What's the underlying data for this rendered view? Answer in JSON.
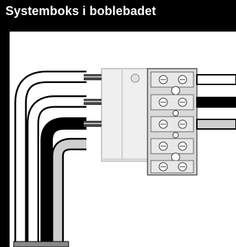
{
  "title": "Systemboks i boblebadet",
  "colors": {
    "background": "#ffffff",
    "title_bar": "#000000",
    "title_text": "#ffffff",
    "cable_black": "#000000",
    "cable_grey": "#cfcfcf",
    "terminal_block": "#d9d9d9",
    "panel": "#efefef"
  },
  "icons": [
    "terminal-block",
    "screw-icon",
    "earth-cable",
    "phase-cable",
    "neutral-cable"
  ]
}
